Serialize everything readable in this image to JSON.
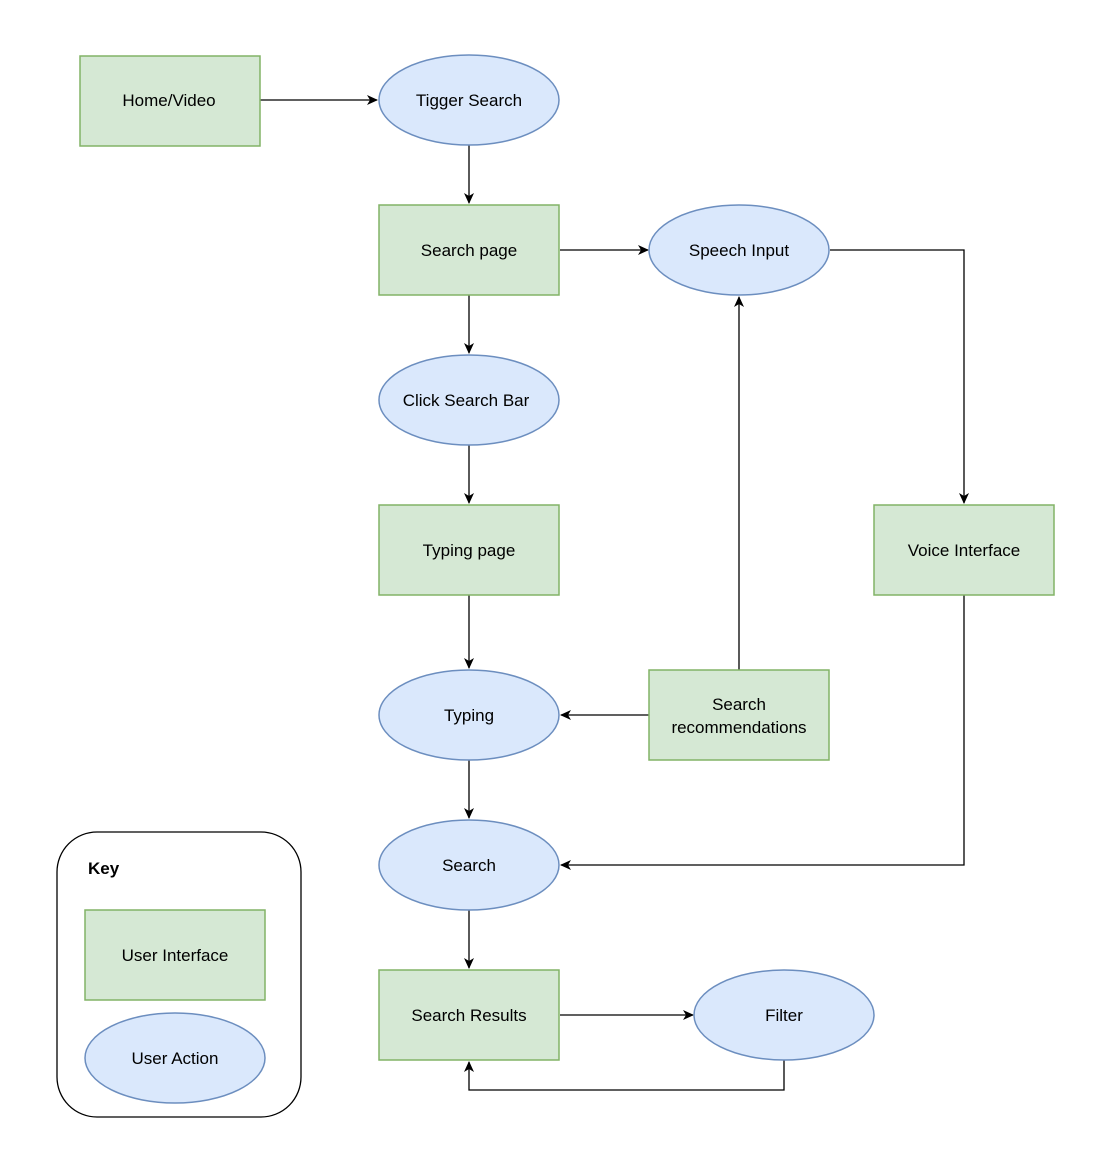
{
  "colors": {
    "ui_fill": "#d5e8d4",
    "ui_stroke": "#82b366",
    "action_fill": "#dae8fc",
    "action_stroke": "#6c8ebf",
    "edge": "#000000",
    "key_stroke": "#000000"
  },
  "nodes": {
    "home_video": "Home/Video",
    "trigger_search": "Tigger Search",
    "search_page": "Search page",
    "speech_input": "Speech Input",
    "click_search_bar": "Click Search Bar",
    "typing_page": "Typing page",
    "voice_interface": "Voice Interface",
    "typing": "Typing",
    "search_recommendations_line1": "Search",
    "search_recommendations_line2": "recommendations",
    "search": "Search",
    "search_results": "Search Results",
    "filter": "Filter"
  },
  "key": {
    "title": "Key",
    "user_interface": "User Interface",
    "user_action": "User Action"
  }
}
